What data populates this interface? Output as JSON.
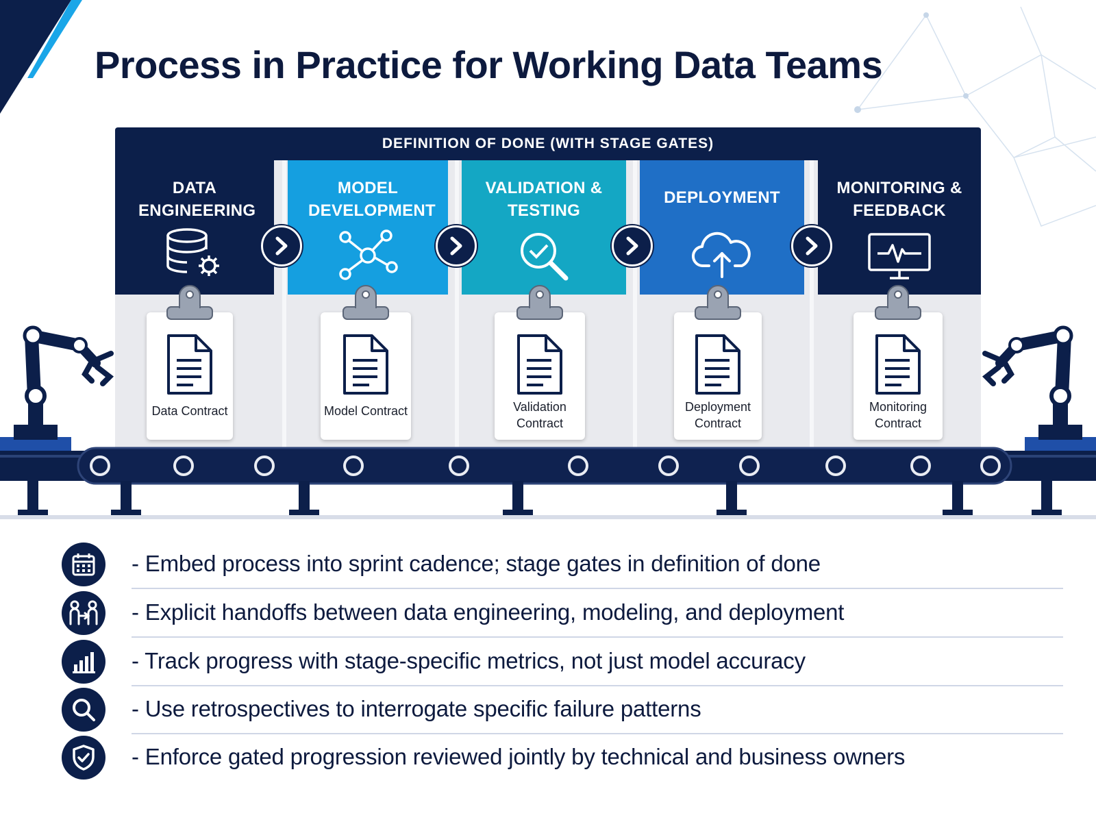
{
  "title": "Process in Practice for Working Data Teams",
  "banner": "DEFINITION OF DONE (WITH STAGE GATES)",
  "colors": {
    "navy": "#0c1f4a",
    "sky": "#159fe0",
    "teal": "#14a7c4",
    "blue": "#1f6fc6",
    "board": "#e9eaee"
  },
  "stages": [
    {
      "label": "DATA ENGINEERING",
      "icon": "database-gear-icon",
      "contract": "Data Contract",
      "color": "navy"
    },
    {
      "label": "MODEL DEVELOPMENT",
      "icon": "network-nodes-icon",
      "contract": "Model Contract",
      "color": "sky"
    },
    {
      "label": "VALIDATION & TESTING",
      "icon": "magnifier-check-icon",
      "contract": "Validation Contract",
      "color": "teal"
    },
    {
      "label": "DEPLOYMENT",
      "icon": "cloud-upload-icon",
      "contract": "Deployment Contract",
      "color": "blue"
    },
    {
      "label": "MONITORING & FEEDBACK",
      "icon": "monitor-pulse-icon",
      "contract": "Monitoring Contract",
      "color": "navy"
    }
  ],
  "points": [
    {
      "icon": "calendar-icon",
      "text": "- Embed process into sprint cadence; stage gates in definition of done"
    },
    {
      "icon": "handoff-icon",
      "text": "- Explicit handoffs between data engineering, modeling, and deployment"
    },
    {
      "icon": "bar-chart-icon",
      "text": "- Track progress with stage-specific metrics, not just model accuracy"
    },
    {
      "icon": "search-icon",
      "text": "- Use retrospectives to interrogate specific failure patterns"
    },
    {
      "icon": "shield-check-icon",
      "text": "- Enforce gated progression reviewed jointly by technical and business owners"
    }
  ]
}
